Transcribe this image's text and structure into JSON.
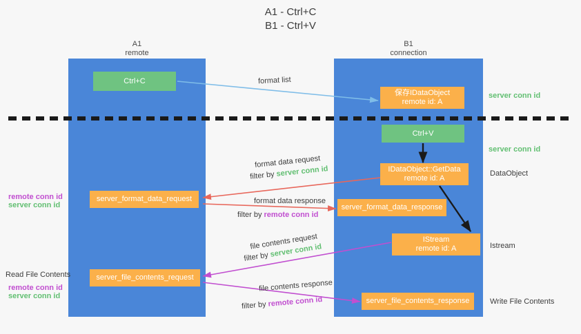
{
  "title": {
    "line1": "A1 - Ctrl+C",
    "line2": "B1 - Ctrl+V"
  },
  "columns": [
    {
      "name": "A1",
      "sub": "remote"
    },
    {
      "name": "B1",
      "sub": "connection"
    }
  ],
  "boxes": {
    "ctrl_c": {
      "line1": "Ctrl+C"
    },
    "save_idataobject": {
      "line1": "保存IDataObject",
      "line2": "remote id: A"
    },
    "ctrl_v": {
      "line1": "Ctrl+V"
    },
    "getdata": {
      "line1": "IDataObject::GetData",
      "line2": "remote id: A"
    },
    "format_data_request": {
      "line1": "server_format_data_request"
    },
    "format_data_response": {
      "line1": "server_format_data_response"
    },
    "istream": {
      "line1": "IStream",
      "line2": "remote id: A"
    },
    "file_contents_request": {
      "line1": "server_file_contents_request"
    },
    "file_contents_response": {
      "line1": "server_file_contents_response"
    }
  },
  "edge_labels": {
    "format_list": "format list",
    "format_data_request": "format data request",
    "format_data_request_filter_prefix": "filter by ",
    "format_data_request_filter_value": "server conn id",
    "format_data_response": "format data response",
    "format_data_response_filter_prefix": "filter by ",
    "format_data_response_filter_value": "remote conn id",
    "file_contents_request": "file contents request",
    "file_contents_request_filter_prefix": "filter by ",
    "file_contents_request_filter_value": "server conn id",
    "file_contents_response": "file contents response",
    "file_contents_response_filter_prefix": "filter by ",
    "file_contents_response_filter_value": "remote conn id"
  },
  "side_labels": {
    "right_server_conn_id_1": "server conn id",
    "right_server_conn_id_2": "server conn id",
    "right_dataobject": "DataObject",
    "right_istream": "Istream",
    "right_write_file_contents": "Write File Contents",
    "left_remote_conn_id_1": "remote conn id",
    "left_server_conn_id_1": "server conn id",
    "left_read_file_contents": "Read File Contents",
    "left_remote_conn_id_2": "remote conn id",
    "left_server_conn_id_2": "server conn id"
  },
  "colors": {
    "background": "#f7f7f7",
    "lane": "#4a86d8",
    "box_orange": "#fbb04a",
    "box_green": "#6fc381",
    "arrow_blue": "#7fbde8",
    "arrow_red": "#e8675b",
    "arrow_magenta": "#c14fd0",
    "arrow_black": "#1a1a1a",
    "text_green": "#62bf72",
    "text_magenta": "#c14fd0",
    "text_dark": "#3c3c3c"
  }
}
